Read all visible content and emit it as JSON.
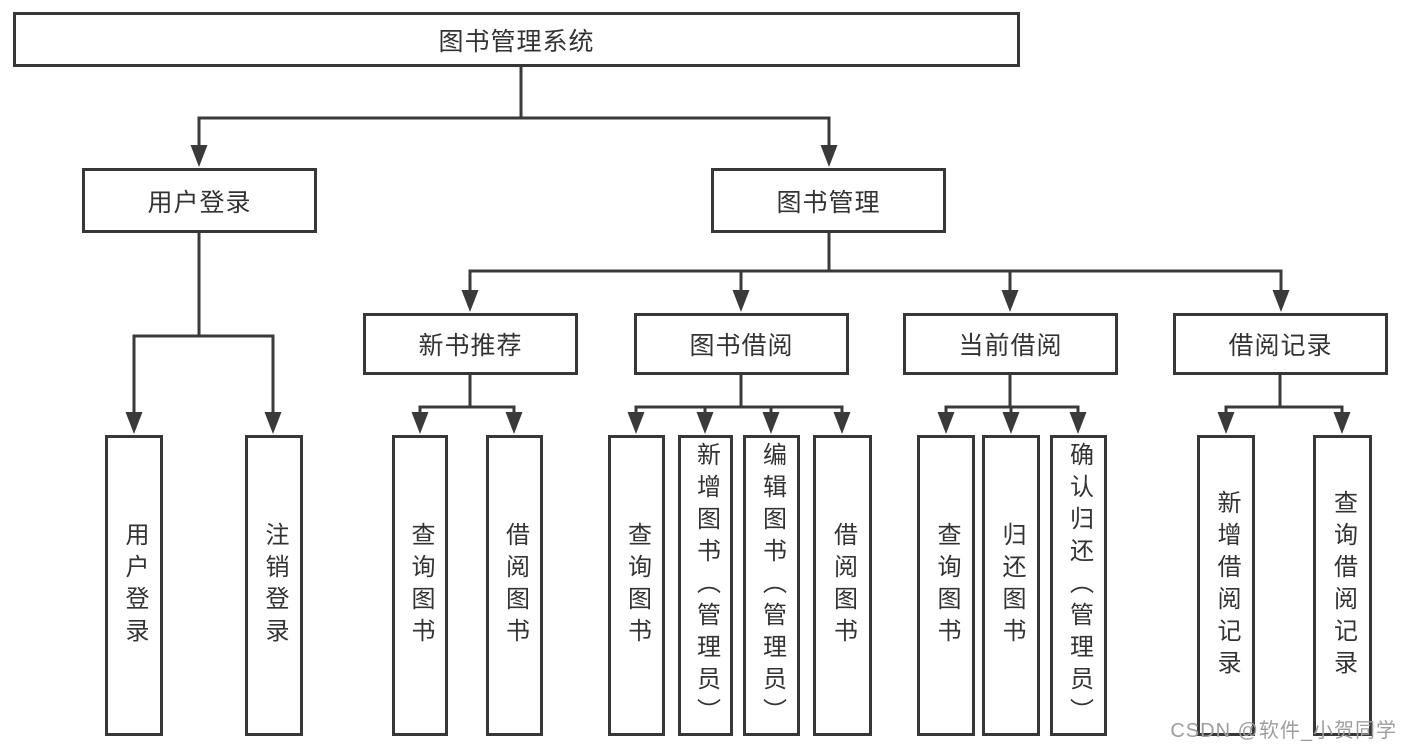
{
  "diagram": {
    "title": "图书管理系统",
    "type": "function-structure-tree",
    "colors": {
      "line": "#3a3a3a",
      "border": "#373737",
      "text": "#333333",
      "watermark_text": "#9e9e9e",
      "background": "#ffffff"
    },
    "tree": {
      "root": {
        "label": "图书管理系统",
        "children": [
          {
            "label": "用户登录",
            "children": [
              {
                "label": "用户登录"
              },
              {
                "label": "注销登录"
              }
            ]
          },
          {
            "label": "图书管理",
            "children": [
              {
                "label": "新书推荐",
                "children": [
                  {
                    "label": "查询图书"
                  },
                  {
                    "label": "借阅图书"
                  }
                ]
              },
              {
                "label": "图书借阅",
                "children": [
                  {
                    "label": "查询图书"
                  },
                  {
                    "label": "新增图书（管理员）"
                  },
                  {
                    "label": "编辑图书（管理员）"
                  },
                  {
                    "label": "借阅图书"
                  }
                ]
              },
              {
                "label": "当前借阅",
                "children": [
                  {
                    "label": "查询图书"
                  },
                  {
                    "label": "归还图书"
                  },
                  {
                    "label": "确认归还（管理员）"
                  }
                ]
              },
              {
                "label": "借阅记录",
                "children": [
                  {
                    "label": "新增借阅记录"
                  },
                  {
                    "label": "查询借阅记录"
                  }
                ]
              }
            ]
          }
        ]
      }
    },
    "watermark": "CSDN @软件_小贺同学"
  }
}
